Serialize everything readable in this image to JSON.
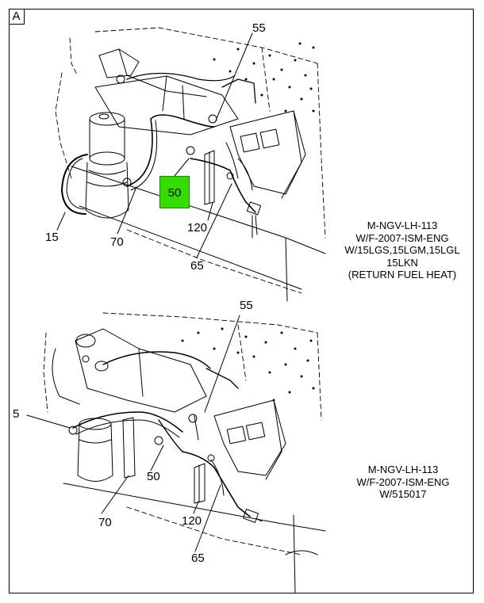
{
  "panel_label": "A",
  "views": [
    {
      "callouts": {
        "c55": "55",
        "c50": "50",
        "c15": "15",
        "c70": "70",
        "c120": "120",
        "c65": "65"
      },
      "caption": [
        "M-NGV-LH-113",
        "W/F-2007-ISM-ENG",
        "W/15LGS,15LGM,15LGL",
        "15LKN",
        "(RETURN FUEL HEAT)"
      ]
    },
    {
      "callouts": {
        "c55": "55",
        "c5": "5",
        "c50": "50",
        "c70": "70",
        "c120": "120",
        "c65": "65"
      },
      "caption": [
        "M-NGV-LH-113",
        "W/F-2007-ISM-ENG",
        "W/515017"
      ]
    }
  ],
  "highlight_color": "#33dd00"
}
